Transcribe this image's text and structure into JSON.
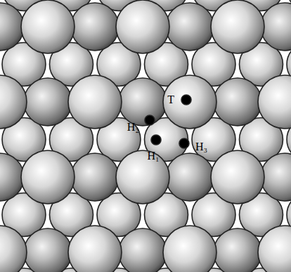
{
  "diagram": {
    "labels": [
      "T",
      "H₂",
      "H₁",
      "H₃"
    ]
  }
}
